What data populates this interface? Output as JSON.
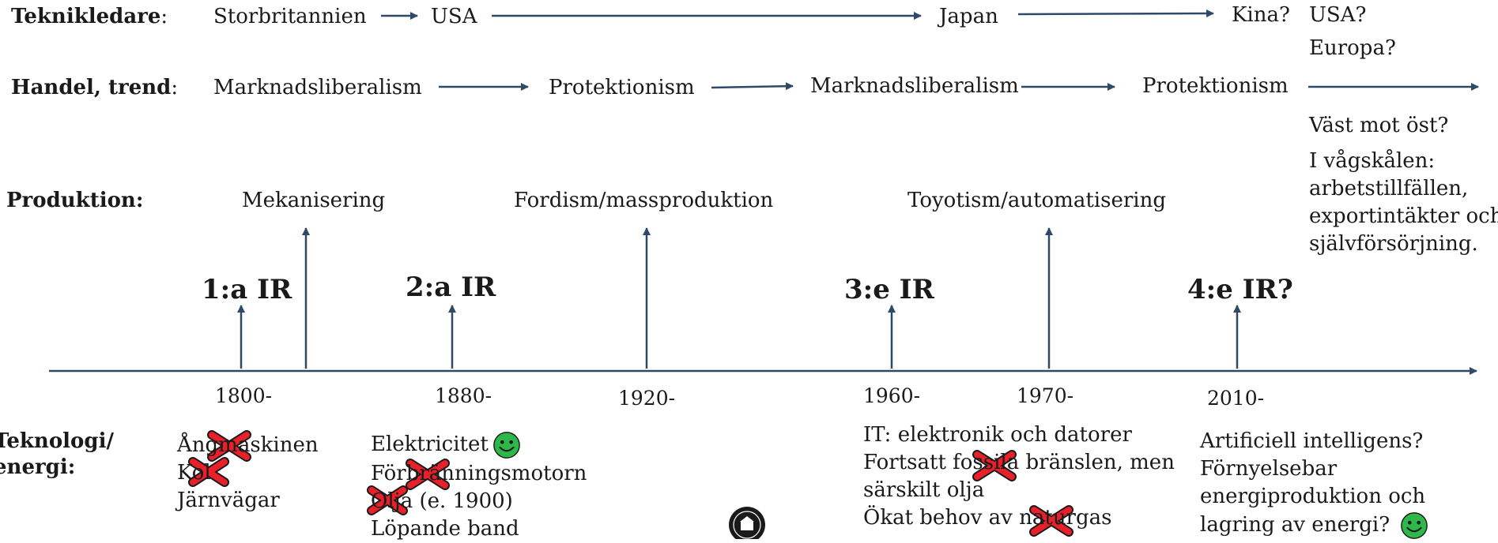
{
  "rows": {
    "teknik": {
      "label": "Teknikledare",
      "colon": ":",
      "items": [
        "Storbritannien",
        "USA",
        "Japan",
        "Kina?",
        "USA?",
        "Europa?"
      ]
    },
    "handel": {
      "label": "Handel, trend",
      "colon": ":",
      "items": [
        "Marknadsliberalism",
        "Protektionism",
        "Marknadsliberalism",
        "Protektionism"
      ]
    },
    "produktion": {
      "label": "Produktion:",
      "items": [
        "Mekanisering",
        "Fordism/massproduktion",
        "Toyotism/automatisering"
      ]
    },
    "teknologi": {
      "label_lines": [
        "Teknologi/",
        "energi:"
      ]
    }
  },
  "side_notes": [
    "Väst mot öst?",
    "I vågskålen:",
    "arbetstillfällen,",
    "exportintäkter och",
    "självförsörjning."
  ],
  "revolutions": [
    "1:a IR",
    "2:a IR",
    "3:e IR",
    "4:e IR?"
  ],
  "years": [
    "1800-",
    "1880-",
    "1920-",
    "1960-",
    "1970-",
    "2010-"
  ],
  "tech_groups": [
    {
      "lines": [
        "Ångmaskinen",
        "Kol",
        "Järnvägar"
      ]
    },
    {
      "lines": [
        "Elektricitet",
        "Förbränningsmotorn",
        "Olja (e. 1900)",
        "Löpande band"
      ]
    },
    {
      "lines": [
        "IT: elektronik och datorer",
        "Fortsatt fossila bränslen, men",
        "särskilt olja",
        "Ökat behov av naturgas"
      ]
    },
    {
      "lines": [
        "Artificiell intelligens?",
        "Förnyelsebar",
        "energiproduktion och",
        "lagring av energi?"
      ]
    }
  ],
  "colors": {
    "arrow": "#2e4a66",
    "cross": "#e8202a",
    "smiley": "#2eb84a"
  },
  "icons": {
    "cross": "cross-mark-icon",
    "smiley": "smiley-icon",
    "seal": "university-seal-icon"
  }
}
